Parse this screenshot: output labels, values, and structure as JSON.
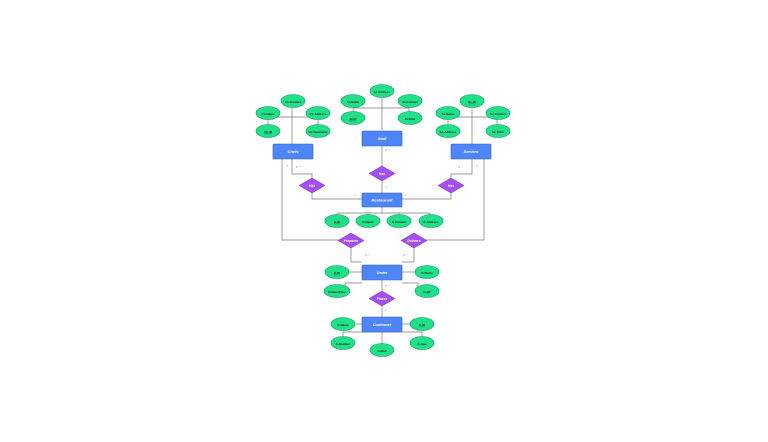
{
  "colors": {
    "entity": "#4f86f7",
    "relationship": "#a64ff0",
    "attribute": "#22e08a",
    "connector": "#777777"
  },
  "entities": [
    {
      "id": "staff",
      "label": "Staff"
    },
    {
      "id": "chefs",
      "label": "Chefs"
    },
    {
      "id": "servers",
      "label": "Servers"
    },
    {
      "id": "restaurant",
      "label": "Restaurant"
    },
    {
      "id": "order",
      "label": "Order"
    },
    {
      "id": "customer",
      "label": "Customer"
    }
  ],
  "relationships": [
    {
      "id": "has_staff",
      "label": "Has"
    },
    {
      "id": "has_chefs",
      "label": "Has"
    },
    {
      "id": "has_servers",
      "label": "Has"
    },
    {
      "id": "prepares",
      "label": "Prepares"
    },
    {
      "id": "delivers",
      "label": "Delivers"
    },
    {
      "id": "places",
      "label": "Places"
    }
  ],
  "attributes": [
    {
      "id": "st_address",
      "label": "St-Address",
      "key": false
    },
    {
      "id": "st_name",
      "label": "St-Name",
      "key": false
    },
    {
      "id": "st_contact",
      "label": "St-Contact",
      "key": false
    },
    {
      "id": "st_id",
      "label": "St-ID",
      "key": true
    },
    {
      "id": "st_role",
      "label": "St-Role",
      "key": false
    },
    {
      "id": "ch_contact",
      "label": "Ch-Contact",
      "key": false
    },
    {
      "id": "ch_name",
      "label": "Ch-Name",
      "key": false
    },
    {
      "id": "ch_address",
      "label": "Ch-Address",
      "key": false
    },
    {
      "id": "ch_id",
      "label": "Ch-ID",
      "key": true
    },
    {
      "id": "ch_speciality",
      "label": "Ch-Speciality",
      "key": false
    },
    {
      "id": "se_id",
      "label": "Se-ID",
      "key": true
    },
    {
      "id": "se_name",
      "label": "Se-Name",
      "key": false
    },
    {
      "id": "se_contact",
      "label": "Se-Contact",
      "key": false
    },
    {
      "id": "se_address",
      "label": "Se-Address",
      "key": false
    },
    {
      "id": "se_table",
      "label": "Se-Table",
      "key": false
    },
    {
      "id": "r_id",
      "label": "R-ID",
      "key": true
    },
    {
      "id": "r_name",
      "label": "R-Name",
      "key": false
    },
    {
      "id": "r_contact",
      "label": "R-Contact",
      "key": false
    },
    {
      "id": "r_address",
      "label": "R-Address",
      "key": false
    },
    {
      "id": "o_id",
      "label": "O-ID",
      "key": true
    },
    {
      "id": "o_name",
      "label": "O-Name",
      "key": false
    },
    {
      "id": "o_datetime",
      "label": "O-Date/Time",
      "key": false
    },
    {
      "id": "o_qt",
      "label": "O-QT",
      "key": false
    },
    {
      "id": "c_name",
      "label": "C-Name",
      "key": false
    },
    {
      "id": "c_id",
      "label": "C-ID",
      "key": true
    },
    {
      "id": "c_number",
      "label": "C-Number",
      "key": false
    },
    {
      "id": "c_age",
      "label": "C-Age",
      "key": false
    },
    {
      "id": "c_mail",
      "label": "C-Mail",
      "key": false
    }
  ],
  "cardinalities": [
    {
      "id": "staff_has",
      "label": "0..*"
    },
    {
      "id": "has_restaurant",
      "label": "1"
    },
    {
      "id": "chefs_has",
      "label": "1"
    },
    {
      "id": "has_chefs",
      "label": "0..*"
    },
    {
      "id": "hasch_restaurant",
      "label": "1"
    },
    {
      "id": "servers_has",
      "label": "1"
    },
    {
      "id": "has_servers",
      "label": "0..*"
    },
    {
      "id": "hasse_restaurant",
      "label": "1"
    },
    {
      "id": "prepares_order",
      "label": "0..*"
    },
    {
      "id": "delivers_order",
      "label": "0..*"
    },
    {
      "id": "order_places",
      "label": "0..*"
    },
    {
      "id": "places_customer",
      "label": "1"
    }
  ]
}
